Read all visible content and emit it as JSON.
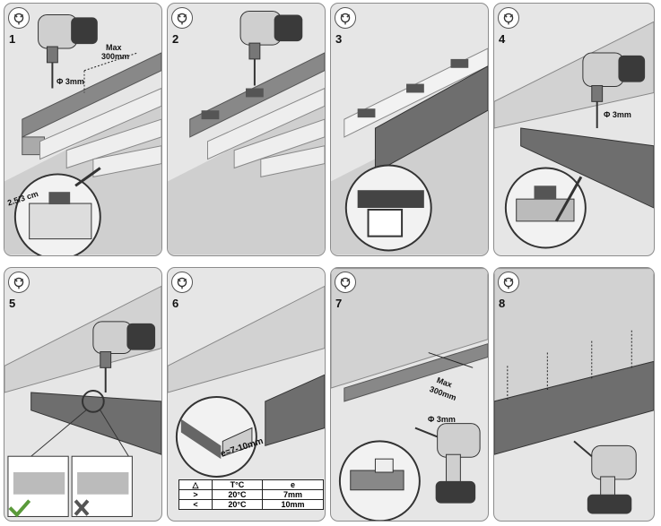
{
  "steps": [
    {
      "number": "1",
      "labels": {
        "max": "Max",
        "max_value": "300mm",
        "drill_diameter": "Φ 3mm",
        "gap": "2.5/3 cm"
      }
    },
    {
      "number": "2"
    },
    {
      "number": "3"
    },
    {
      "number": "4",
      "labels": {
        "drill_diameter": "Φ 3mm"
      }
    },
    {
      "number": "5"
    },
    {
      "number": "6",
      "labels": {
        "expansion_gap": "e=7-10mm"
      },
      "table": {
        "header": {
          "symbol": "△",
          "temperature": "T°C",
          "gap": "e"
        },
        "rows": [
          {
            "symbol": ">",
            "temperature": "20°C",
            "gap": "7mm"
          },
          {
            "symbol": "<",
            "temperature": "20°C",
            "gap": "10mm"
          }
        ]
      }
    },
    {
      "number": "7",
      "labels": {
        "max": "Max",
        "max_value": "300mm",
        "drill_diameter": "Φ 3mm"
      }
    },
    {
      "number": "8"
    }
  ],
  "colors": {
    "panel_bg": "#e6e6e6",
    "board_light": "#d2d2d2",
    "board_dark": "#6e6e6e",
    "drill_body": "#cfcfcf",
    "drill_dark": "#3a3a3a",
    "ok_green": "#5a9a3a"
  },
  "icons": [
    "assembly-logo-icon",
    "drill-icon",
    "check-icon",
    "cross-icon"
  ]
}
